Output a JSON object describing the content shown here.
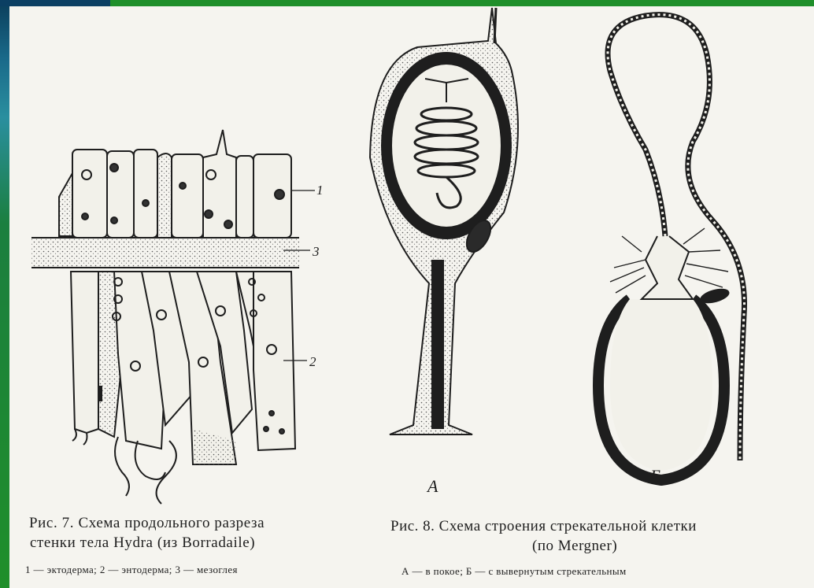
{
  "figure7": {
    "caption_line1": "Рис. 7. Схема продольного разреза",
    "caption_line2": "стенки тела Hydra (из Borradaile)",
    "legend": "1 — эктодерма; 2 — энтодерма; 3 — мезоглея",
    "labels": [
      "1",
      "3",
      "2"
    ]
  },
  "figure8": {
    "caption_line1": "Рис. 8. Схема строения стрекательной клетки",
    "caption_line2": "(по Mergner)",
    "legend": "А — в покое; Б — с вывернутым стрекательным",
    "panel_a_label": "А",
    "panel_b_label": "Б"
  },
  "colors": {
    "background": "#1f8f2a",
    "paper": "#f5f4ef",
    "ink": "#1e1e1e"
  }
}
